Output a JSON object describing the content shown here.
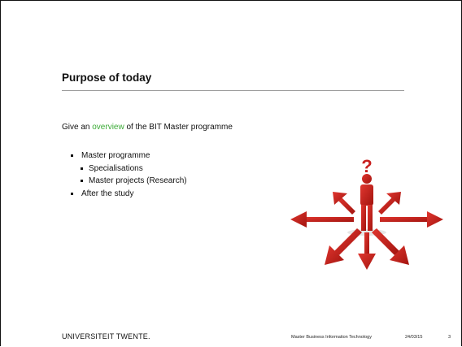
{
  "slide": {
    "title": "Purpose of today",
    "intro": {
      "before": "Give an ",
      "highlight": "overview",
      "after": " of the BIT Master programme"
    },
    "bullets": [
      {
        "label": "Master programme",
        "level": 1
      },
      {
        "label": "Specialisations",
        "level": 2
      },
      {
        "label": "Master projects (Research)",
        "level": 2
      },
      {
        "label": "After the study",
        "level": 1
      }
    ],
    "figure": {
      "glyph": "?"
    },
    "footer": {
      "brand": "UNIVERSITEIT TWENTE.",
      "course": "Master Business Information Technology",
      "date": "24/03/15",
      "page": "3"
    }
  },
  "colors": {
    "highlight": "#3aaa35",
    "arrow": "#c8201f",
    "text": "#111111"
  }
}
